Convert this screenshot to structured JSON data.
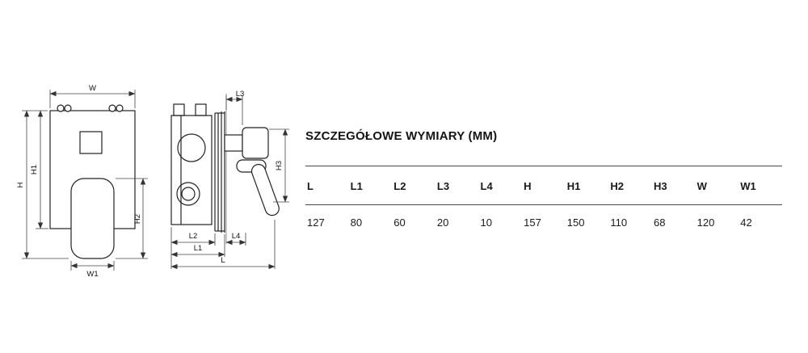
{
  "section_title": "SZCZEGÓŁOWE WYMIARY (MM)",
  "table": {
    "headers": [
      "L",
      "L1",
      "L2",
      "L3",
      "L4",
      "H",
      "H1",
      "H2",
      "H3",
      "W",
      "W1"
    ],
    "values": [
      "127",
      "80",
      "60",
      "20",
      "10",
      "157",
      "150",
      "110",
      "68",
      "120",
      "42"
    ]
  },
  "diagram": {
    "front_view_labels": {
      "w": "W",
      "h": "H",
      "h1": "H1",
      "h2": "H2",
      "w1": "W1"
    },
    "side_view_labels": {
      "l": "L",
      "l1": "L1",
      "l2": "L2",
      "l3": "L3",
      "l4": "L4",
      "h3": "H3"
    }
  },
  "colors": {
    "line": "#222222",
    "dim_line": "#444444",
    "text": "#111111",
    "table_border": "#4a4a4a"
  }
}
